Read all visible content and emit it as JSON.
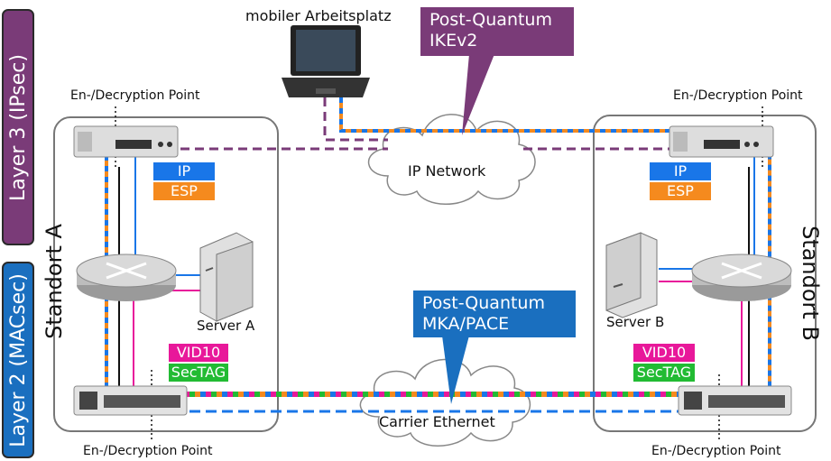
{
  "layers": {
    "layer3": "Layer 3 (IPsec)",
    "layer2": "Layer 2 (MACsec)"
  },
  "sites": {
    "a": "Standort A",
    "b": "Standort B"
  },
  "endpoints": {
    "mobile": "mobiler Arbeitsplatz",
    "server_a": "Server A",
    "server_b": "Server B"
  },
  "networks": {
    "ip": "IP Network",
    "carrier": "Carrier Ethernet"
  },
  "encryption_points": {
    "top_left": "En-/Decryption Point",
    "top_right": "En-/Decryption Point",
    "bottom_left": "En-/Decryption Point",
    "bottom_right": "En-/Decryption Point"
  },
  "headers": {
    "ip": "IP",
    "esp": "ESP",
    "vid": "VID10",
    "sectag": "SecTAG"
  },
  "callouts": {
    "ikev2_line1": "Post-Quantum",
    "ikev2_line2": "IKEv2",
    "mka_line1": "Post-Quantum",
    "mka_line2": "MKA/PACE"
  },
  "colors": {
    "layer3": "#7a3b78",
    "layer2": "#1a6fbf",
    "ip": "#1976e8",
    "esp": "#f58a1e",
    "vid": "#e8189a",
    "sectag": "#22bb33",
    "ipsec_tunnel": "#7a3b78",
    "carrier_link": "#1976e8"
  }
}
